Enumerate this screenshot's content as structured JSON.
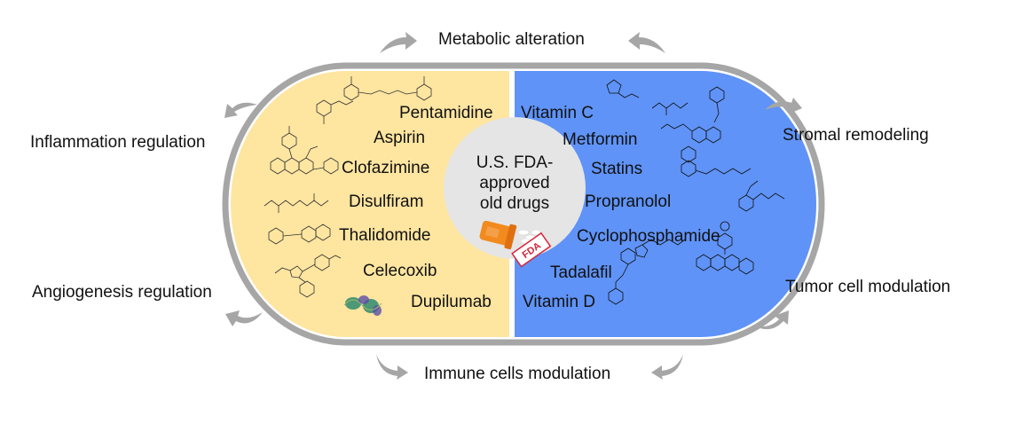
{
  "title": "U.S. FDA-approved old drugs",
  "center": {
    "lines": [
      "U.S. FDA-",
      "approved",
      "old drugs"
    ],
    "badge_text": "FDA",
    "icon": "pill-bottle-icon"
  },
  "outer_labels": {
    "top": "Metabolic alteration",
    "upper_left": "Inflammation regulation",
    "lower_left": "Angiogenesis regulation",
    "bottom": "Immune cells modulation",
    "upper_right": "Stromal remodeling",
    "lower_right": "Tumor cell modulation"
  },
  "left_drugs": [
    "Pentamidine",
    "Aspirin",
    "Clofazimine",
    "Disulfiram",
    "Thalidomide",
    "Celecoxib",
    "Dupilumab"
  ],
  "right_drugs": [
    "Vitamin C",
    "Metformin",
    "Statins",
    "Propranolol",
    "Cyclophosphamide",
    "Tadalafil",
    "Vitamin D"
  ],
  "colors": {
    "left_panel": "#FEE5A0",
    "right_panel": "#5F93F7",
    "capsule_border": "#A6A6A6",
    "center_circle": "#E5E5E5",
    "arrow": "#A6A6A6",
    "pill_bottle": "#F28A1E",
    "fda_stamp": "#D7263D"
  }
}
